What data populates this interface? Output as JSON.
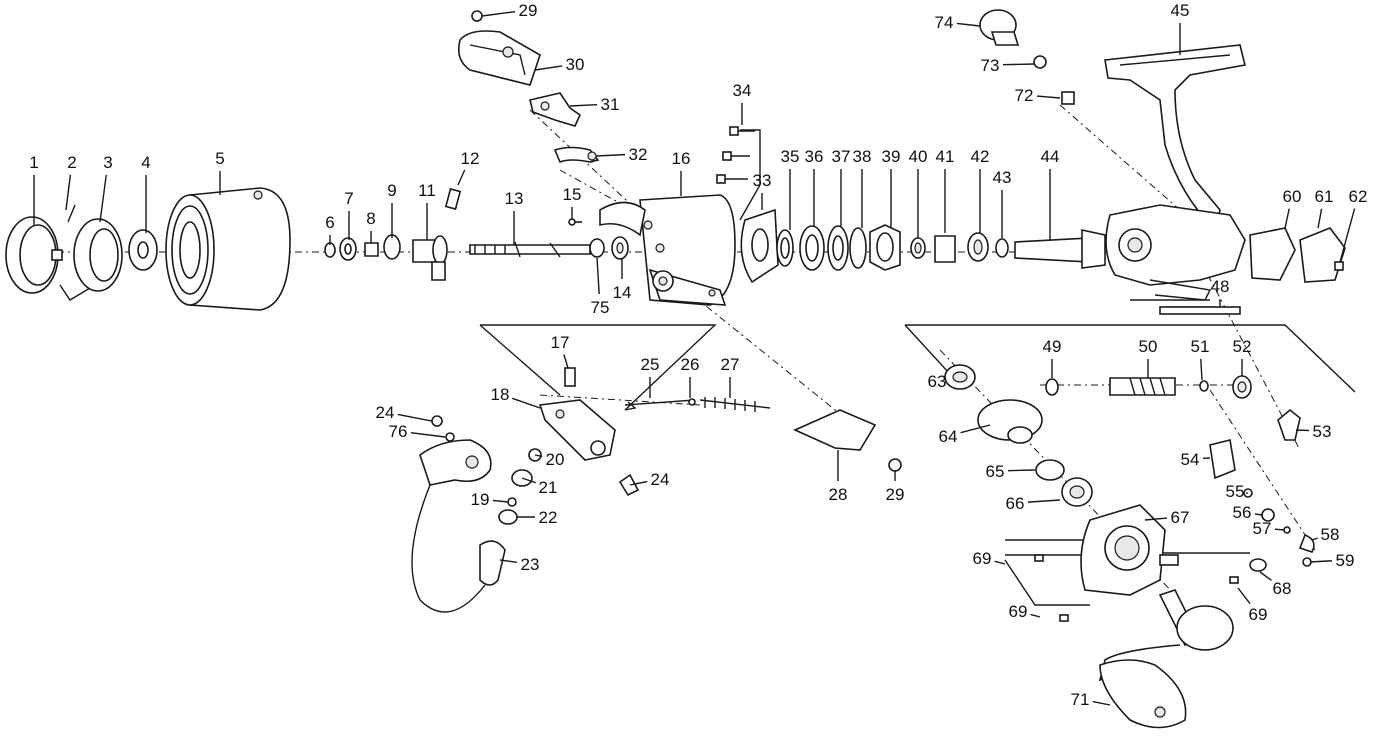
{
  "diagram": {
    "labels": [
      {
        "id": "c1",
        "text": "1"
      },
      {
        "id": "c2",
        "text": "2"
      },
      {
        "id": "c3",
        "text": "3"
      },
      {
        "id": "c4",
        "text": "4"
      },
      {
        "id": "c5",
        "text": "5"
      },
      {
        "id": "c6",
        "text": "6"
      },
      {
        "id": "c7",
        "text": "7"
      },
      {
        "id": "c8",
        "text": "8"
      },
      {
        "id": "c9",
        "text": "9"
      },
      {
        "id": "c11",
        "text": "11"
      },
      {
        "id": "c12",
        "text": "12"
      },
      {
        "id": "c13",
        "text": "13"
      },
      {
        "id": "c14",
        "text": "14"
      },
      {
        "id": "c15",
        "text": "15"
      },
      {
        "id": "c16",
        "text": "16"
      },
      {
        "id": "c17",
        "text": "17"
      },
      {
        "id": "c18",
        "text": "18"
      },
      {
        "id": "c19",
        "text": "19"
      },
      {
        "id": "c20",
        "text": "20"
      },
      {
        "id": "c21",
        "text": "21"
      },
      {
        "id": "c22",
        "text": "22"
      },
      {
        "id": "c23",
        "text": "23"
      },
      {
        "id": "c24a",
        "text": "24"
      },
      {
        "id": "c24b",
        "text": "24"
      },
      {
        "id": "c25",
        "text": "25"
      },
      {
        "id": "c26",
        "text": "26"
      },
      {
        "id": "c27",
        "text": "27"
      },
      {
        "id": "c28",
        "text": "28"
      },
      {
        "id": "c29a",
        "text": "29"
      },
      {
        "id": "c29b",
        "text": "29"
      },
      {
        "id": "c30",
        "text": "30"
      },
      {
        "id": "c31",
        "text": "31"
      },
      {
        "id": "c32",
        "text": "32"
      },
      {
        "id": "c33",
        "text": "33"
      },
      {
        "id": "c34",
        "text": "34"
      },
      {
        "id": "c35",
        "text": "35"
      },
      {
        "id": "c36",
        "text": "36"
      },
      {
        "id": "c37",
        "text": "37"
      },
      {
        "id": "c38",
        "text": "38"
      },
      {
        "id": "c39",
        "text": "39"
      },
      {
        "id": "c40",
        "text": "40"
      },
      {
        "id": "c41",
        "text": "41"
      },
      {
        "id": "c42",
        "text": "42"
      },
      {
        "id": "c43",
        "text": "43"
      },
      {
        "id": "c44",
        "text": "44"
      },
      {
        "id": "c45",
        "text": "45"
      },
      {
        "id": "c48",
        "text": "48"
      },
      {
        "id": "c49",
        "text": "49"
      },
      {
        "id": "c50",
        "text": "50"
      },
      {
        "id": "c51",
        "text": "51"
      },
      {
        "id": "c52",
        "text": "52"
      },
      {
        "id": "c53",
        "text": "53"
      },
      {
        "id": "c54",
        "text": "54"
      },
      {
        "id": "c55",
        "text": "55"
      },
      {
        "id": "c56",
        "text": "56"
      },
      {
        "id": "c57",
        "text": "57"
      },
      {
        "id": "c58",
        "text": "58"
      },
      {
        "id": "c59",
        "text": "59"
      },
      {
        "id": "c60",
        "text": "60"
      },
      {
        "id": "c61",
        "text": "61"
      },
      {
        "id": "c62",
        "text": "62"
      },
      {
        "id": "c63",
        "text": "63"
      },
      {
        "id": "c64",
        "text": "64"
      },
      {
        "id": "c65",
        "text": "65"
      },
      {
        "id": "c66",
        "text": "66"
      },
      {
        "id": "c67",
        "text": "67"
      },
      {
        "id": "c68",
        "text": "68"
      },
      {
        "id": "c69a",
        "text": "69"
      },
      {
        "id": "c69b",
        "text": "69"
      },
      {
        "id": "c69c",
        "text": "69"
      },
      {
        "id": "c71",
        "text": "71"
      },
      {
        "id": "c72",
        "text": "72"
      },
      {
        "id": "c73",
        "text": "73"
      },
      {
        "id": "c74",
        "text": "74"
      },
      {
        "id": "c75",
        "text": "75"
      },
      {
        "id": "c76",
        "text": "76"
      }
    ]
  }
}
